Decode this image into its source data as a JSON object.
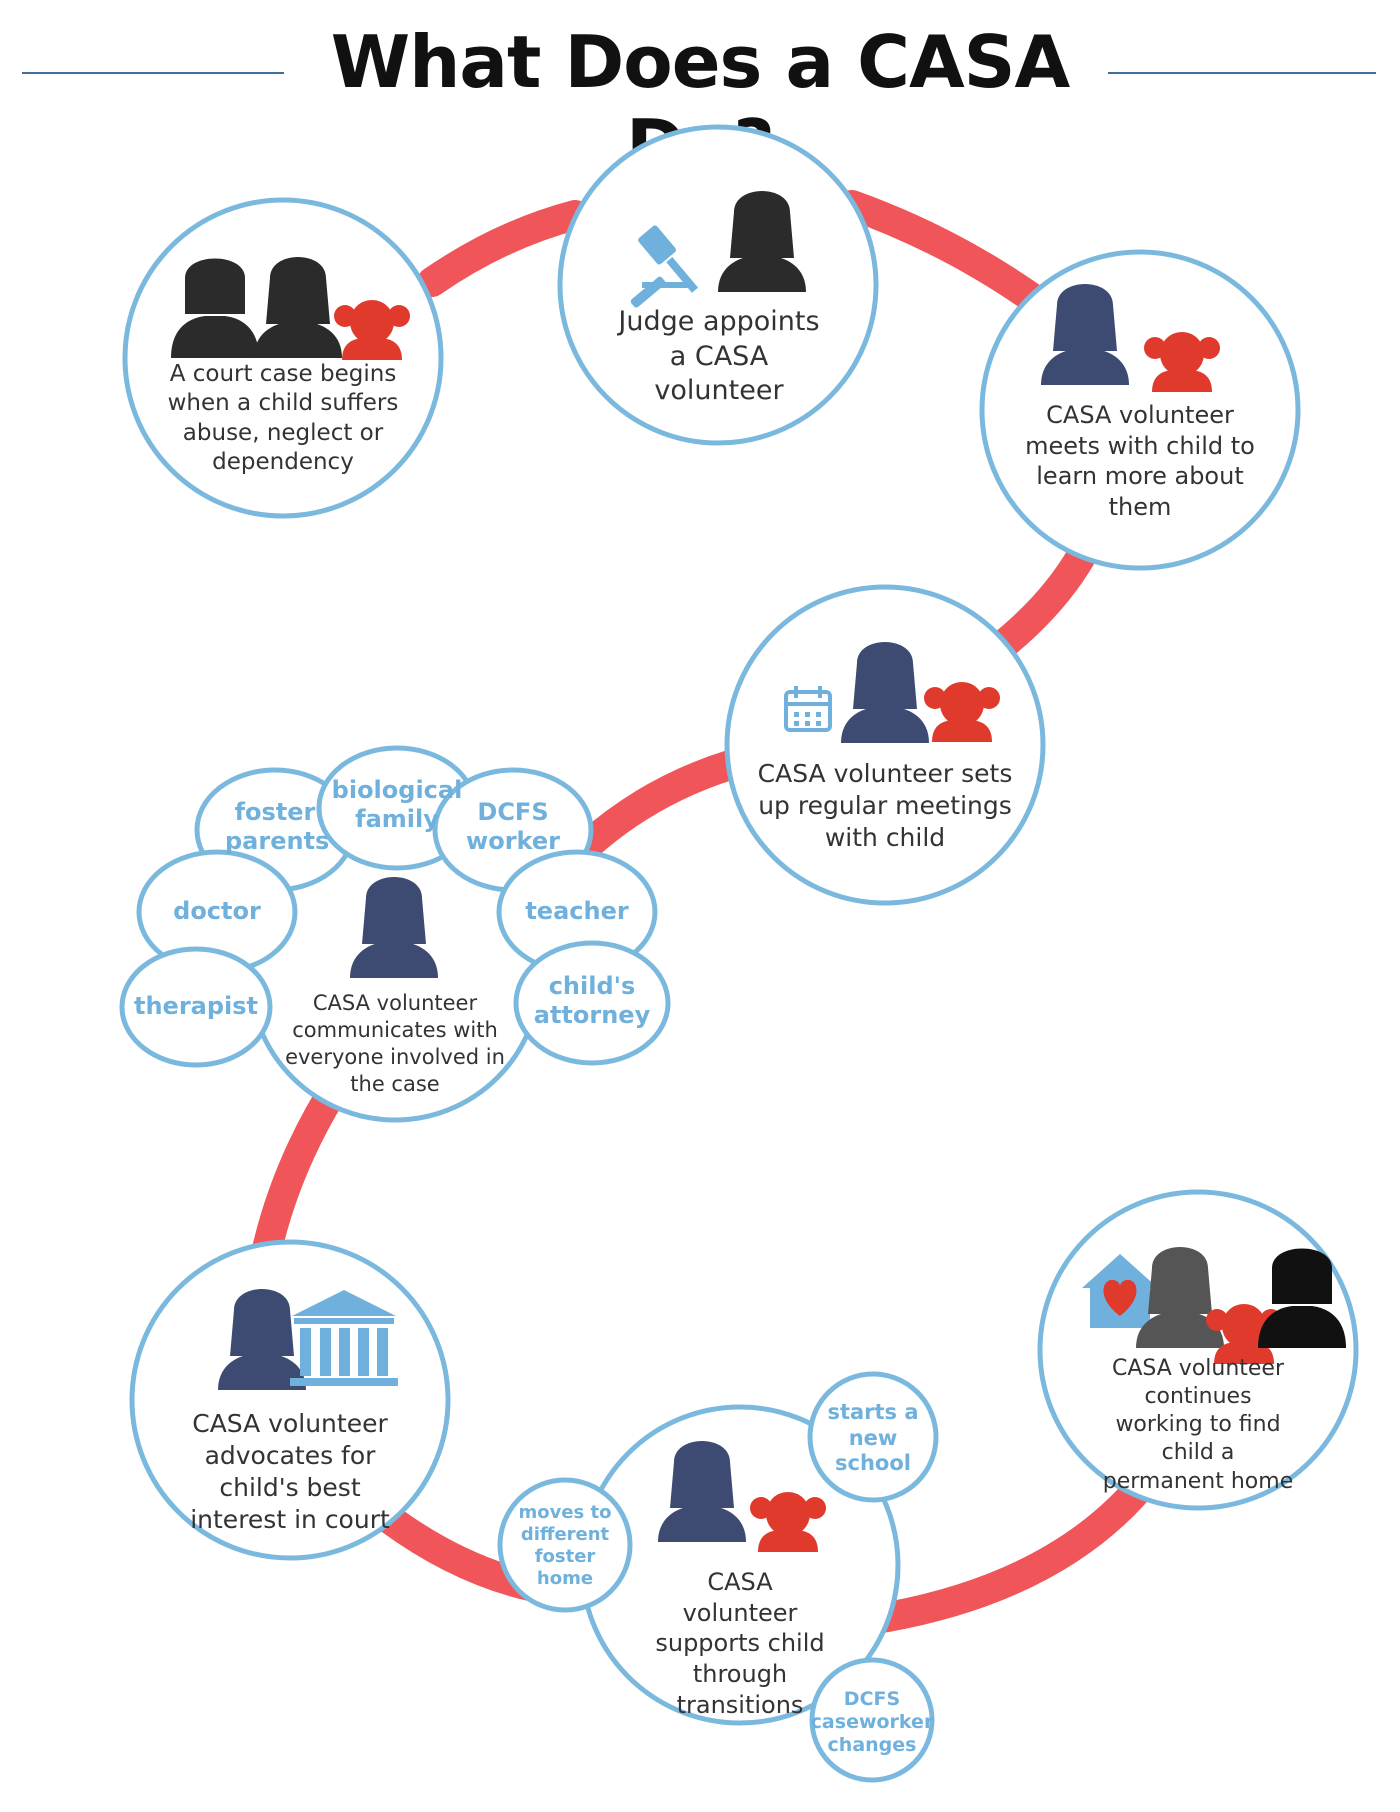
{
  "title": "What Does a CASA Do?",
  "colors": {
    "path": "#f0555a",
    "circle_border": "#7ab8de",
    "icon_black": "#2b2b2b",
    "icon_navy": "#3d4b73",
    "icon_red": "#e03a2c",
    "icon_blue": "#6fb1dc",
    "bubble_text": "#6fb1dc"
  },
  "steps": [
    {
      "text": "A court case begins when a child suffers abuse, neglect or dependency",
      "icons": [
        "man-icon",
        "woman-icon",
        "child-icon"
      ]
    },
    {
      "text": "Judge appoints a CASA volunteer",
      "icons": [
        "gavel-icon",
        "judge-woman-icon"
      ]
    },
    {
      "text": "CASA volunteer meets with child to learn more about them",
      "icons": [
        "volunteer-icon",
        "child-icon"
      ]
    },
    {
      "text": "CASA volunteer sets up regular meetings with child",
      "icons": [
        "calendar-icon",
        "volunteer-icon",
        "child-icon"
      ]
    },
    {
      "text": "CASA volunteer communicates with everyone involved in the case",
      "icons": [
        "volunteer-icon"
      ],
      "contacts": [
        "foster parents",
        "biological family",
        "DCFS worker",
        "doctor",
        "teacher",
        "therapist",
        "child's attorney"
      ]
    },
    {
      "text": "CASA volunteer advocates for child's best interest in court",
      "icons": [
        "volunteer-icon",
        "courthouse-icon"
      ]
    },
    {
      "text": "CASA volunteer supports child through transitions",
      "icons": [
        "volunteer-icon",
        "child-icon"
      ],
      "transitions": [
        "moves to different foster home",
        "starts a new school",
        "DCFS caseworker changes"
      ]
    },
    {
      "text": "CASA volunteer continues working to find child a permanent home",
      "icons": [
        "home-heart-icon",
        "woman-icon",
        "child-icon",
        "man-icon"
      ]
    }
  ]
}
